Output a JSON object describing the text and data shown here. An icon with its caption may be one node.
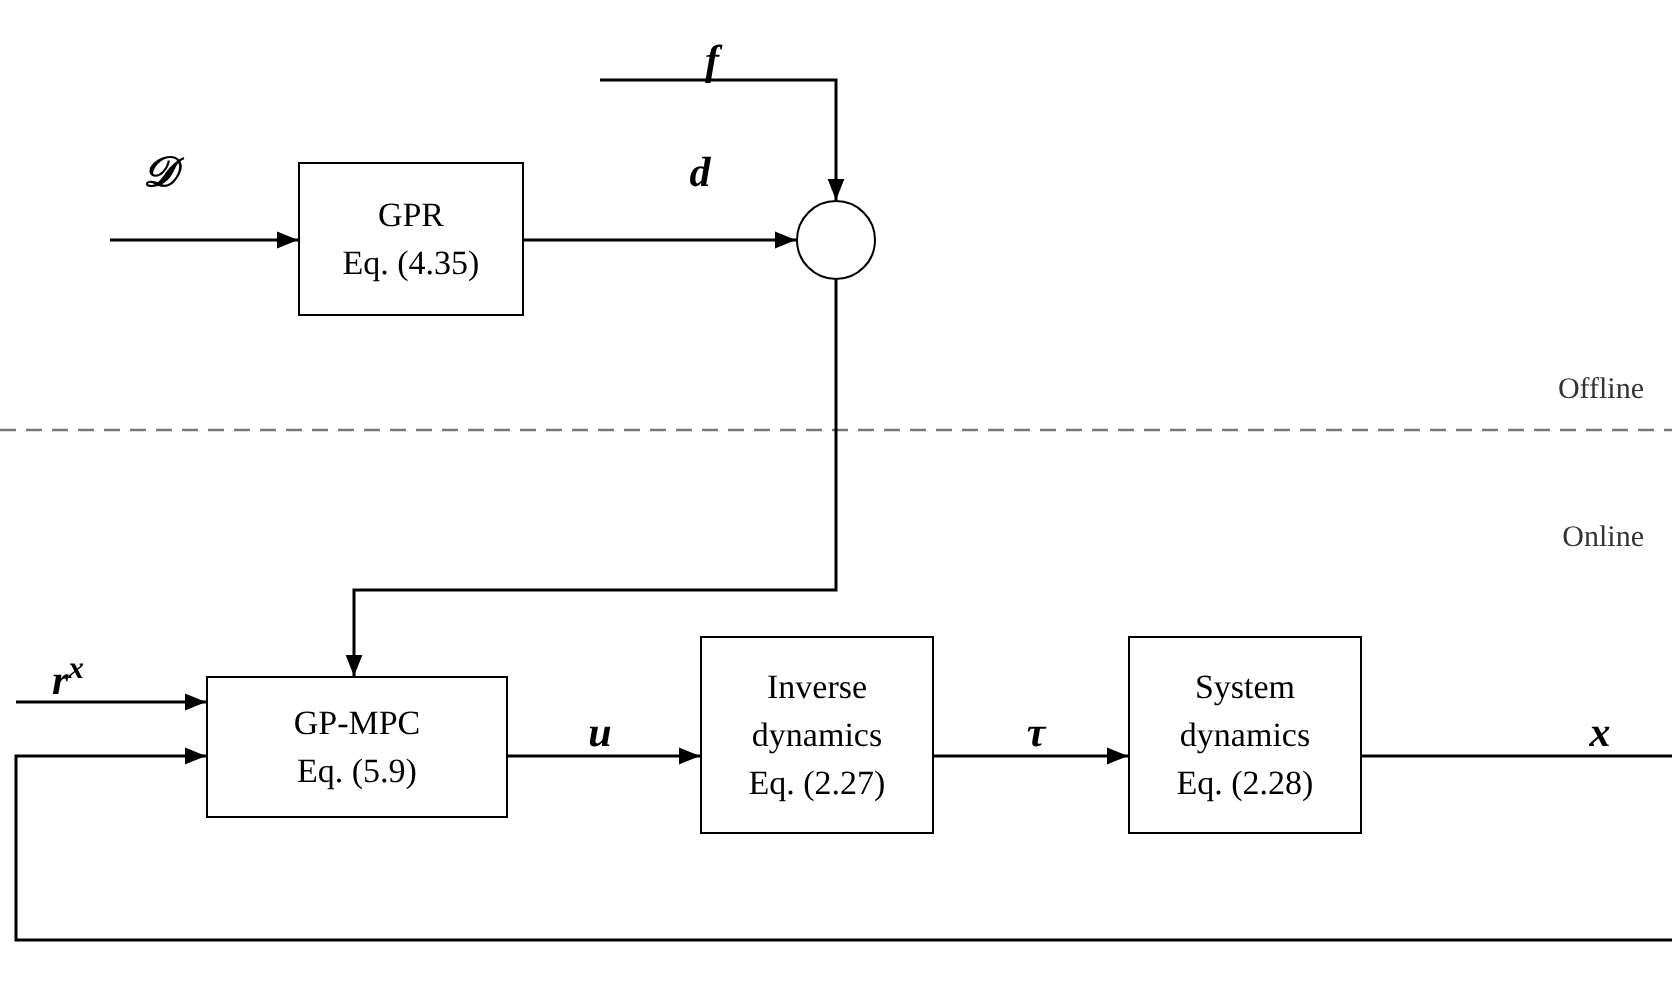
{
  "diagram": {
    "nodes": [
      {
        "text": [
          "GPR",
          "Eq. (4.35)"
        ]
      },
      {
        "text": [],
        "shape": "circle"
      },
      {
        "text": [
          "GP-MPC",
          "Eq. (5.9)"
        ]
      },
      {
        "text": [
          "Inverse dynamics",
          "Eq. (2.27)"
        ]
      },
      {
        "text": [
          "System dynamics",
          "Eq. (2.28)"
        ]
      }
    ],
    "edges": [
      {
        "from": null,
        "to": 0,
        "arrow": "to",
        "label": "𝒟"
      },
      {
        "from": 0,
        "to": 1,
        "arrow": "to",
        "label": "d"
      },
      {
        "from": null,
        "to": 1,
        "arrow": "to",
        "label": "f"
      },
      {
        "from": 1,
        "to": 2,
        "arrow": "to"
      },
      {
        "from": null,
        "to": 2,
        "arrow": "to",
        "label": "r$^{x}$"
      },
      {
        "from": 2,
        "to": 3,
        "arrow": "to",
        "label": "u"
      },
      {
        "from": 3,
        "to": 4,
        "arrow": "to",
        "label": "τ"
      },
      {
        "from": 4,
        "to": null,
        "arrow": "none",
        "label": "x"
      },
      {
        "from": null,
        "to": 2,
        "arrow": "to"
      }
    ],
    "labels": [
      "Offline",
      "Online"
    ]
  }
}
